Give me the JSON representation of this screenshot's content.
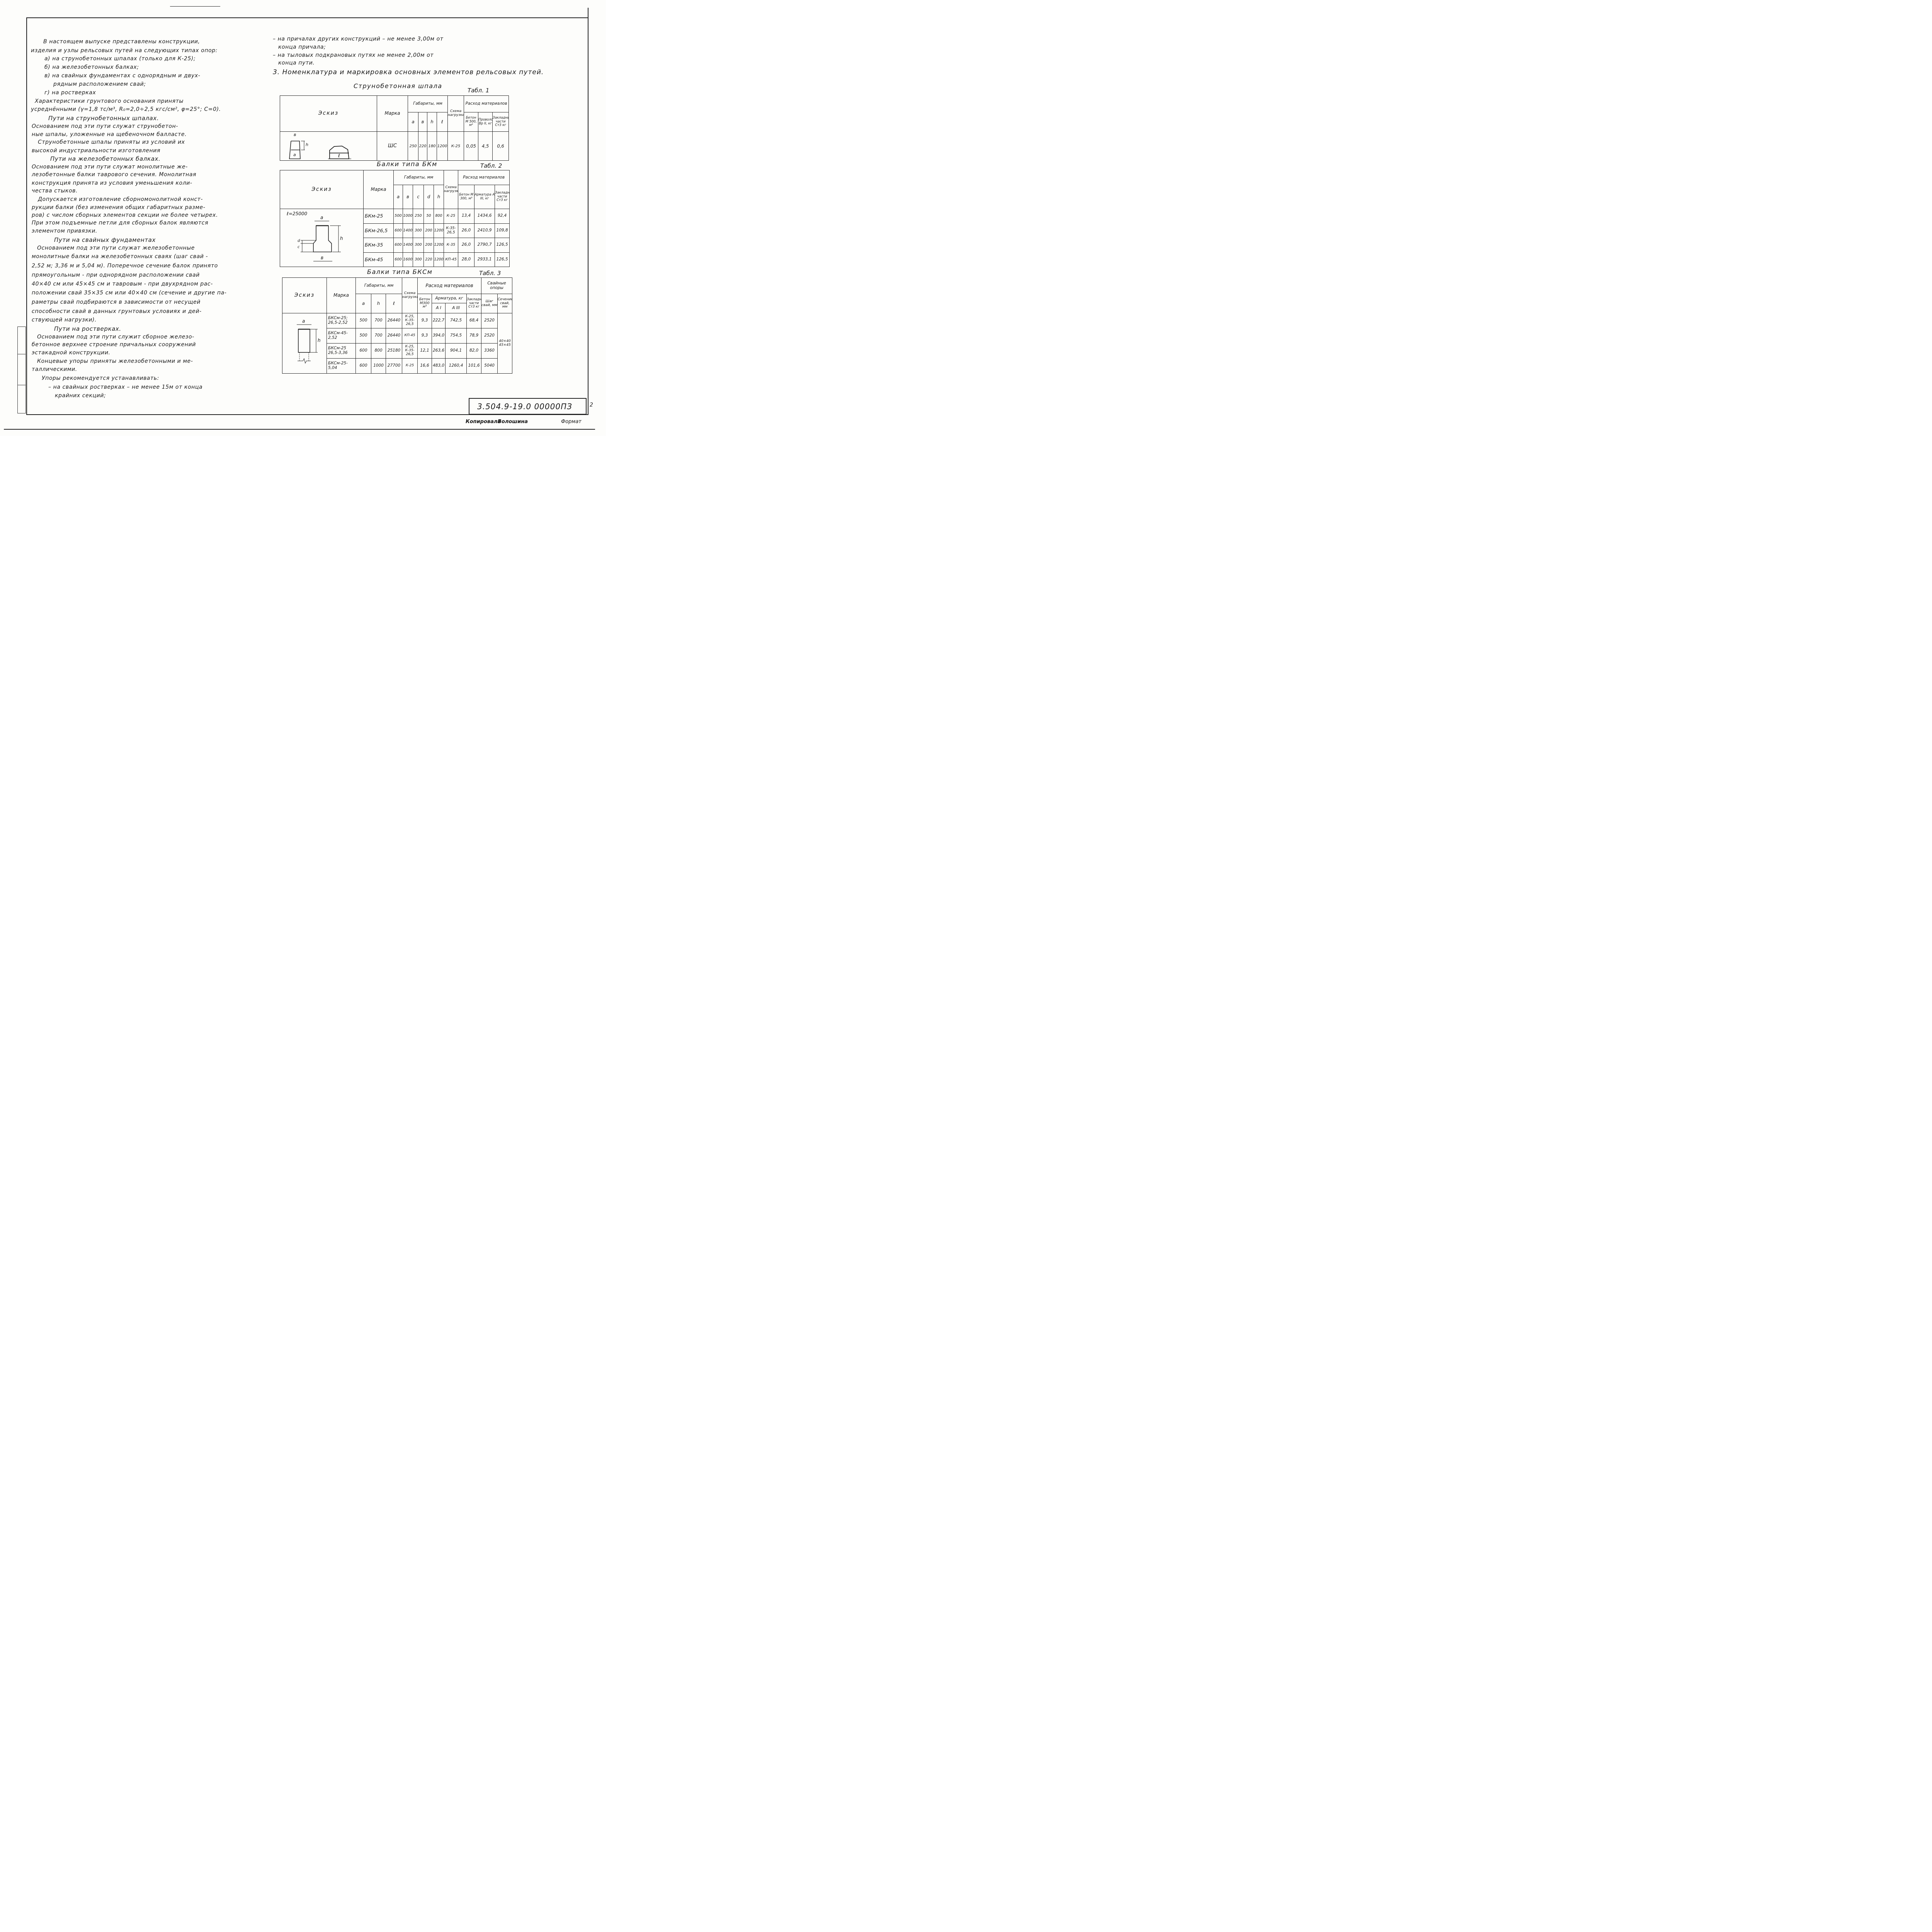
{
  "left_column": {
    "lines": [
      "В настоящем выпуске представлены конструкции,",
      "изделия и узлы рельсовых путей на следующих типах опор:",
      "а) на струнобетонных шпалах (только для К-25);",
      "б) на железобетонных балках;",
      "в) на свайных фундаментах с однорядным и двух-",
      "рядным расположением свай;",
      "г) на ростверках",
      "Характеристики грунтового основания приняты",
      "усреднёнными (γ=1,8 тс/м³, R₀=2,0÷2,5 кгс/см², φ=25°; С=0).",
      "Пути на струнобетонных шпалах.",
      "Основанием под эти пути служат струнобетон-",
      "ные шпалы, уложенные на щебеночном балласте.",
      "Струнобетонные шпалы приняты из условий их",
      "высокой индустриальности изготовления",
      "Пути на железобетонных балках.",
      "Основанием под эти пути служат монолитные же-",
      "лезобетонные балки таврового сечения. Монолитная",
      "конструкция принята из условия уменьшения коли-",
      "чества стыков.",
      "Допускается изготовление сборномонолитной конст-",
      "рукции балки (без изменения общих габаритных разме-",
      "ров) с числом сборных элементов секции не более четырех.",
      "При этом подъемные петли для сборных балок являются",
      "элементом привязки.",
      "Пути на свайных фундаментах",
      "Основанием под эти пути служат железобетонные",
      "монолитные балки на железобетонных сваях (шаг свай -",
      "2,52 м; 3,36 м и 5,04 м). Поперечное сечение балок принято",
      "прямоугольным - при однорядном расположении свай",
      "40×40 см или 45×45 см и тавровым - при двухрядном рас-",
      "положении свай 35×35 см или 40×40 см (сечение и другие па-",
      "раметры свай подбираются в зависимости от несущей",
      "способности свай в данных грунтовых условиях и дей-",
      "ствующей нагрузки).",
      "Пути на ростверках.",
      "Основанием под эти пути служит сборное железо-",
      "бетонное верхнее строение причальных сооружений",
      "эстакадной конструкции.",
      "Концевые упоры приняты железобетонными и ме-",
      "таллическими.",
      "Упоры рекомендуется устанавливать:",
      "– на свайных ростверках – не менее 15м от конца",
      "крайних секций;"
    ]
  },
  "right_column": {
    "lines": [
      "– на причалах других конструкций – не менее 3,00м от",
      "конца причала;",
      "– на тыловых подкрановых путях не менее 2,00м от",
      "конца пути."
    ],
    "section_title": "3. Номенклатура и маркировка основных элементов рельсовых путей."
  },
  "table1": {
    "title": "Струнобетонная шпала",
    "label": "Табл. 1",
    "sketch": "Эскиз",
    "mark": "Марка",
    "dims": "Габариты, мм",
    "dim_cols": [
      "a",
      "в",
      "h",
      "ℓ"
    ],
    "load": "Схема нагрузки",
    "materials": "Расход материалов",
    "mat_cols": [
      "Бетон М 500, м³",
      "Проволока Вр II, кг",
      "Закладные части Ст3 кг"
    ],
    "sketch_labels": {
      "a": "a",
      "b": "в",
      "h": "h",
      "l": "ℓ"
    },
    "rows": [
      {
        "mark": "ШС",
        "dims": [
          "250",
          "220",
          "180",
          "1200"
        ],
        "load": "К-25",
        "mats": [
          "0,05",
          "4,5",
          "0,6"
        ]
      }
    ]
  },
  "table2": {
    "title": "Балки типа БКм",
    "label": "Табл. 2",
    "sketch": "Эскиз",
    "mark": "Марка",
    "dims": "Габариты, мм",
    "dim_cols": [
      "a",
      "в",
      "c",
      "d",
      "h"
    ],
    "load": "Схема нагрузки",
    "materials": "Расход материалов",
    "mat_cols": [
      "Бетон М 300, м³",
      "Арматура A III, кг",
      "Закладные части Ст3 кг"
    ],
    "sketch_note": "ℓ=25000",
    "sketch_labels": {
      "a": "a",
      "b": "в",
      "c": "c",
      "d": "d",
      "h": "h"
    },
    "rows": [
      {
        "mark": "БКм-25",
        "dims": [
          "500",
          "1000",
          "250",
          "50",
          "800"
        ],
        "load": "К-25",
        "mats": [
          "13,4",
          "1434,6",
          "92,4"
        ]
      },
      {
        "mark": "БКм-26,5",
        "dims": [
          "600",
          "1400",
          "300",
          "200",
          "1200"
        ],
        "load": "К-35-26,5",
        "mats": [
          "26,0",
          "2410,9",
          "109,8"
        ]
      },
      {
        "mark": "БКм-35",
        "dims": [
          "600",
          "1400",
          "300",
          "200",
          "1200"
        ],
        "load": "К-35",
        "mats": [
          "26,0",
          "2790,7",
          "126,5"
        ]
      },
      {
        "mark": "БКм-45",
        "dims": [
          "600",
          "1600",
          "300",
          "220",
          "1200"
        ],
        "load": "КП-45",
        "mats": [
          "28,0",
          "2933,1",
          "126,5"
        ]
      }
    ]
  },
  "table3": {
    "title": "Балки типа БКСм",
    "label": "Табл. 3",
    "sketch": "Эскиз",
    "mark": "Марка",
    "dims": "Габариты, мм",
    "dim_cols": [
      "a",
      "h",
      "ℓ"
    ],
    "load": "Схема нагрузки",
    "materials": "Расход материалов",
    "concrete": "Бетон М300 м³",
    "rebar": "Арматура, кг",
    "rebar_cols": [
      "A I",
      "A III"
    ],
    "embedded": "Закладные части Ст3 кг",
    "piles": "Свайные опоры",
    "pile_step": "Шаг свай, мм",
    "pile_section": "Сечение свай, мм",
    "pile_section_value": "40×40 45×45",
    "sketch_labels": {
      "a": "a",
      "h": "h"
    },
    "rows": [
      {
        "mark": "БКСм-25; 26,5-2,52",
        "dims": [
          "500",
          "700",
          "26440"
        ],
        "load": "К-25, К-35-26,5",
        "mats": [
          "9,3",
          "222,7",
          "742,5",
          "68,4",
          "2520"
        ]
      },
      {
        "mark": "БКСм-45-2,52",
        "dims": [
          "500",
          "700",
          "26440"
        ],
        "load": "КП-45",
        "mats": [
          "9,3",
          "394,0",
          "754,5",
          "78,9",
          "2520"
        ]
      },
      {
        "mark": "БКСм-25 26,5-3,36",
        "dims": [
          "600",
          "800",
          "25180"
        ],
        "load": "К-25, К-35-26,5",
        "mats": [
          "12,1",
          "263,6",
          "904,1",
          "82,0",
          "3360"
        ]
      },
      {
        "mark": "БКСм-25-5,04",
        "dims": [
          "600",
          "1000",
          "27700"
        ],
        "load": "К-25",
        "mats": [
          "16,6",
          "483,0",
          "1260,4",
          "101,6",
          "5040"
        ]
      }
    ]
  },
  "stamp": {
    "code": "3.504.9-19.0 00000ПЗ",
    "sheet": "2"
  },
  "footer": {
    "copied_label": "Копировала",
    "copied_by": "Волошина",
    "format": "Формат"
  }
}
